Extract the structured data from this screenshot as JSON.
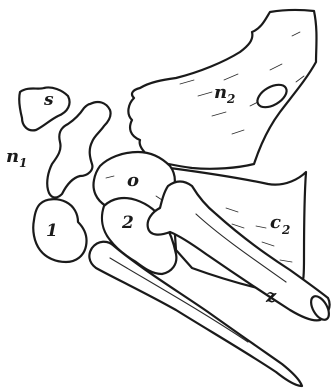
{
  "figure": {
    "labels": {
      "s": "s",
      "n2": {
        "base": "n",
        "sub": "2"
      },
      "n1": {
        "base": "n",
        "sub": "1"
      },
      "o": "o",
      "one": "1",
      "two": "2",
      "c2": {
        "base": "c",
        "sub": "2"
      },
      "z": "z"
    }
  }
}
